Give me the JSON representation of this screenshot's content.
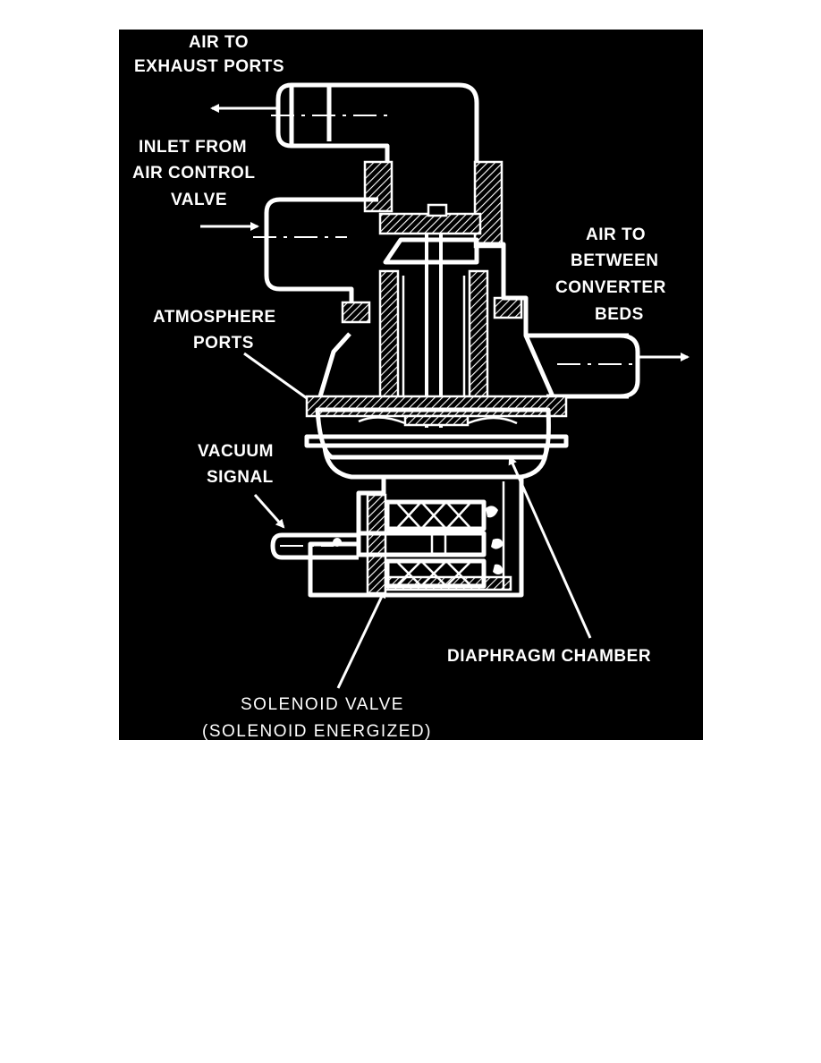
{
  "figure": {
    "colors": {
      "background": "#000000",
      "ink": "#ffffff",
      "page": "#ffffff"
    },
    "labels": {
      "air_to_exhaust": [
        "AIR TO",
        "EXHAUST PORTS"
      ],
      "inlet_from_air_control": [
        "INLET FROM",
        "AIR CONTROL",
        "VALVE"
      ],
      "air_to_converter": [
        "AIR TO",
        "BETWEEN",
        "CONVERTER",
        "BEDS"
      ],
      "atmosphere_ports": [
        "ATMOSPHERE",
        "PORTS"
      ],
      "vacuum_signal": [
        "VACUUM",
        "SIGNAL"
      ],
      "diaphragm_chamber": "DIAPHRAGM CHAMBER",
      "solenoid_valve": [
        "SOLENOID VALVE",
        "(SOLENOID ENERGIZED)"
      ]
    }
  }
}
